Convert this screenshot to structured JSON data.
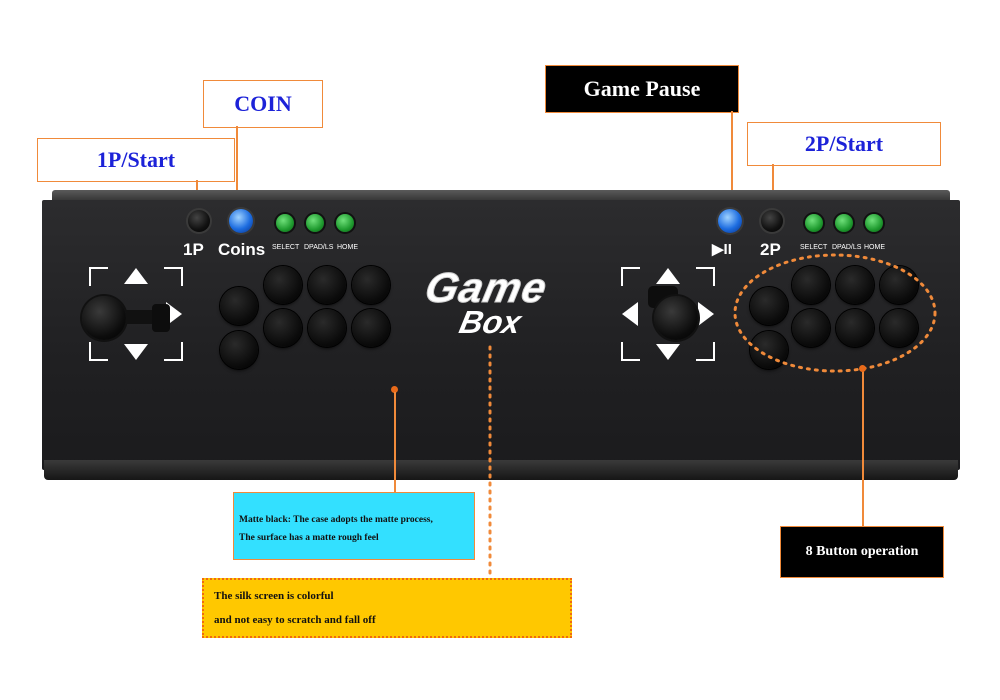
{
  "callouts": {
    "coin": "COIN",
    "start_1p": "1P/Start",
    "game_pause": "Game Pause",
    "start_2p": "2P/Start",
    "eight_button": "8 Button operation"
  },
  "console": {
    "label_1p": "1P",
    "label_coins": "Coins",
    "label_2p": "2P",
    "pause_symbol": "▶II",
    "left_small": [
      "SELECT",
      "DPAD/LS",
      "HOME"
    ],
    "right_small": [
      "SELECT",
      "DPAD/LS",
      "HOME"
    ],
    "logo_line1": "Game",
    "logo_line2": "Box"
  },
  "notes": {
    "matte_line1": "Matte black: The case adopts the matte process,",
    "matte_line2": "The surface has a matte rough feel",
    "silk_line1": "The silk screen is colorful",
    "silk_line2": "and not easy to scratch and fall off"
  },
  "colors": {
    "callout_border": "#f08a3a",
    "callout_text": "#1c22d8",
    "matte_box": "#33e0ff",
    "silk_box": "#ffc800"
  }
}
